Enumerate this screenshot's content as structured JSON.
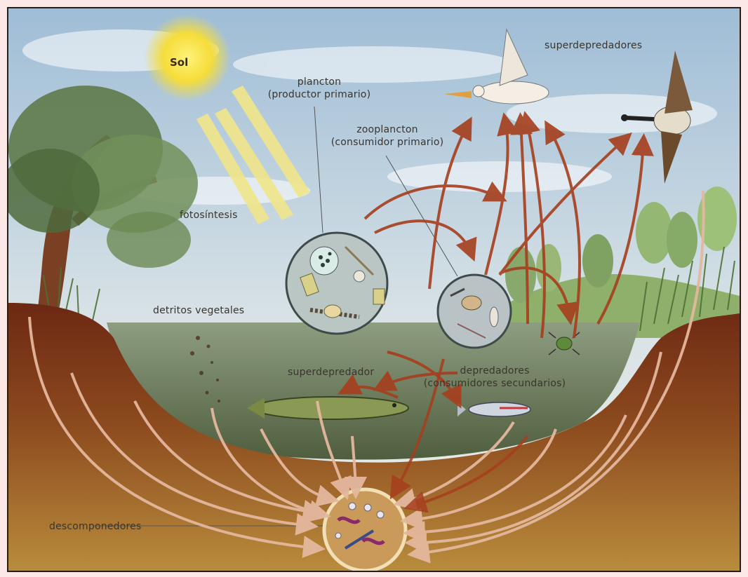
{
  "labels": {
    "sol": "Sol",
    "fotosintesis": "fotosíntesis",
    "plancton_line1": "plancton",
    "plancton_line2": "(productor primario)",
    "zooplancton_line1": "zooplancton",
    "zooplancton_line2": "(consumidor primario)",
    "superdepredadores": "superdepredadores",
    "detritos": "detritos vegetales",
    "superdepredador": "superdepredador",
    "depredadores_line1": "depredadores",
    "depredadores_line2": "(consumidores secundarios)",
    "descomponedores": "descomponedores"
  },
  "colors": {
    "frame": "#fde8e8",
    "sky_top": "#a8c4dc",
    "sky_bottom": "#e8eef0",
    "water": "#6d7f5e",
    "soil_top": "#7a3018",
    "soil_bottom": "#b88a3a",
    "arrow_dark": "#a8401f",
    "arrow_light": "#e0b49a",
    "sun": "#f7e34a"
  }
}
